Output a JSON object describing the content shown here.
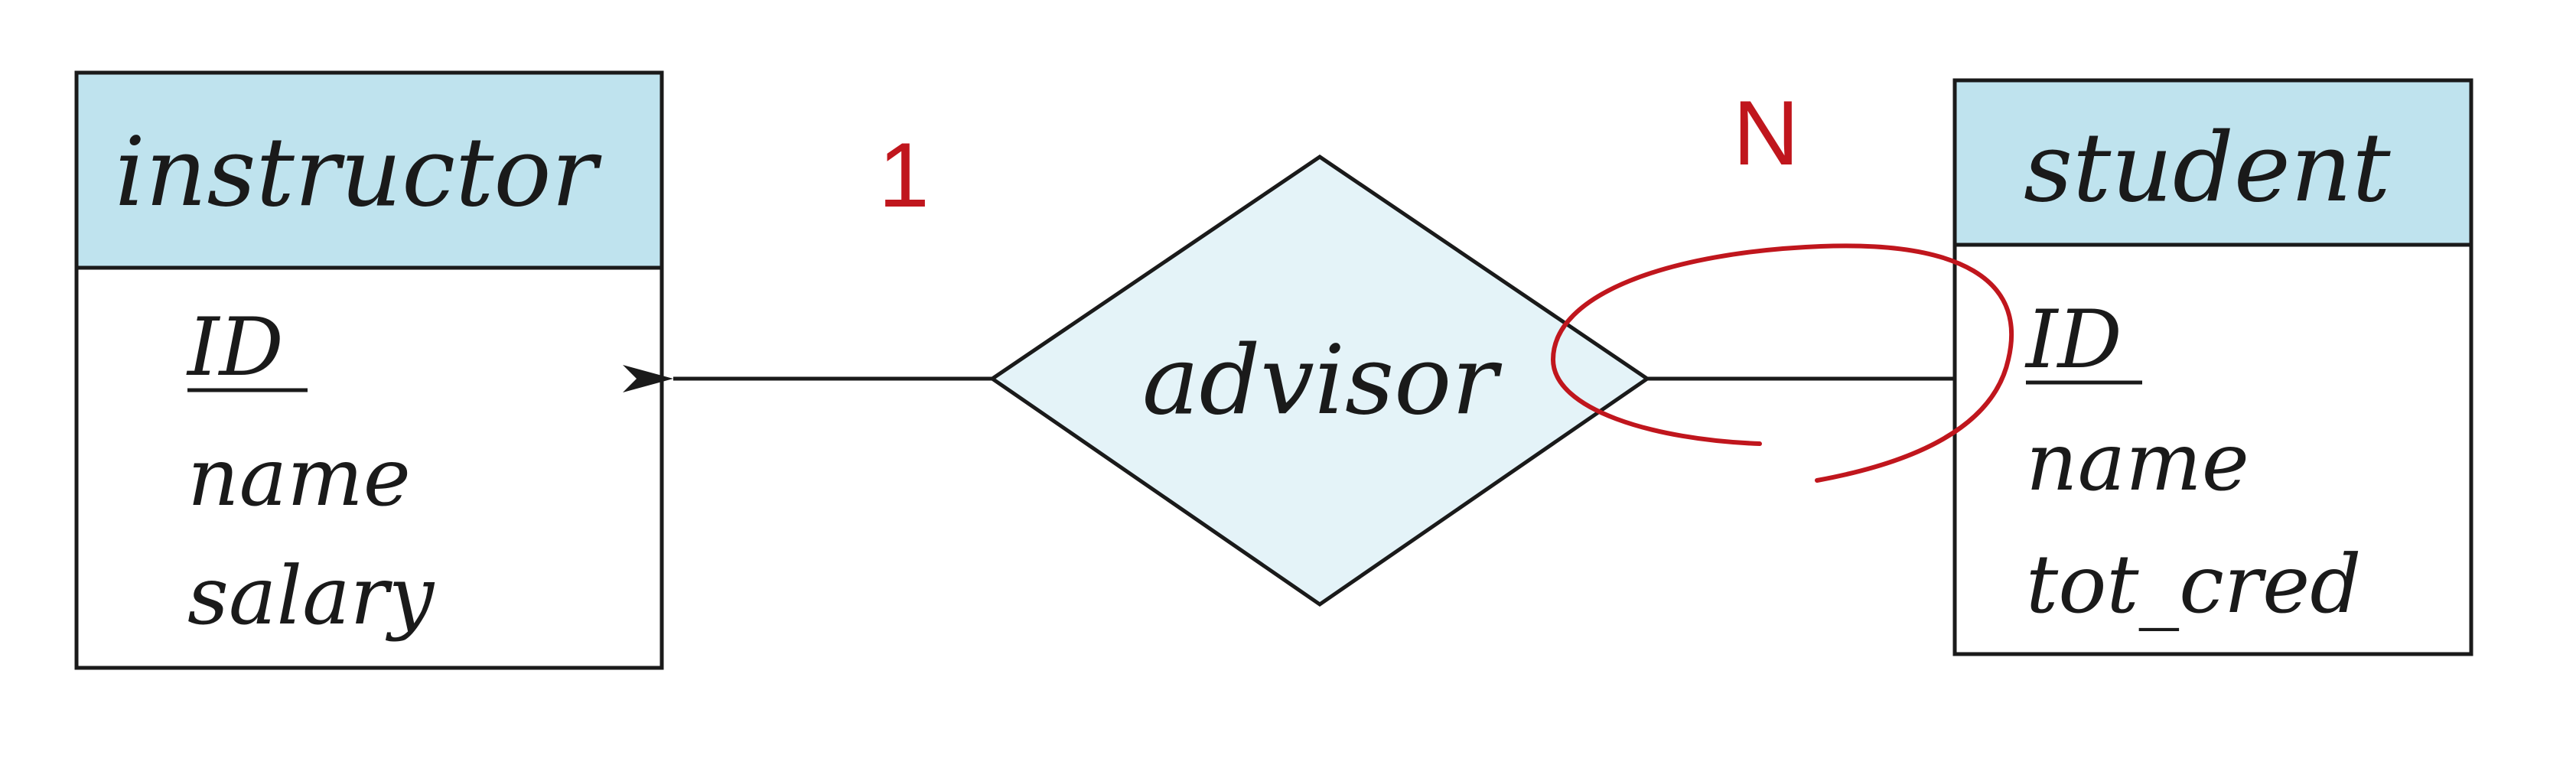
{
  "entities": {
    "instructor": {
      "title": "instructor",
      "attributes": [
        "ID",
        "name",
        "salary"
      ],
      "primary_key": "ID"
    },
    "student": {
      "title": "student",
      "attributes": [
        "ID",
        "name",
        "tot_cred"
      ],
      "primary_key": "ID"
    }
  },
  "relationship": {
    "label": "advisor"
  },
  "annotations": {
    "one": "1",
    "many": "N"
  },
  "colors": {
    "entity_header": "#bfe3ee",
    "relationship_fill": "#e4f3f8",
    "line": "#1a1a1a",
    "annotation": "#c0161d"
  }
}
